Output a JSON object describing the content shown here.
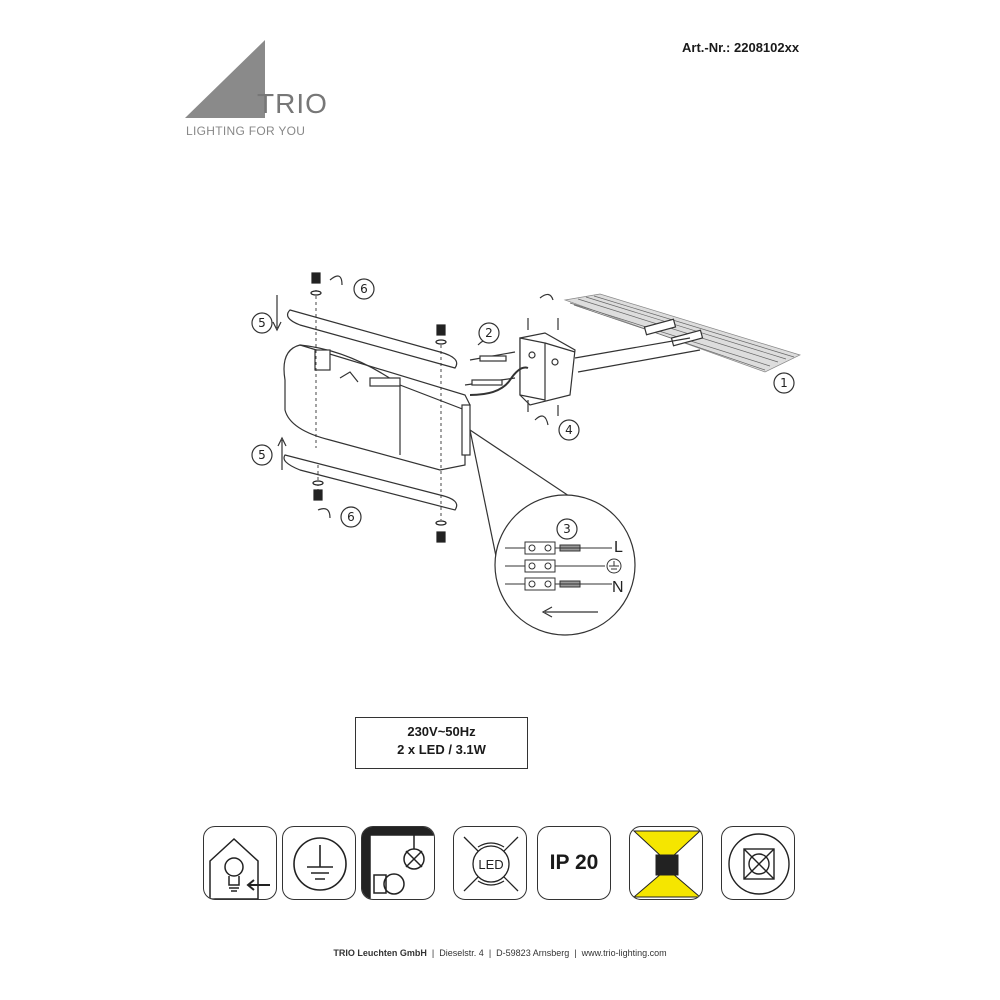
{
  "header": {
    "article_number": "Art.-Nr.: 2208102xx",
    "brand": {
      "name": "TRIO",
      "tagline": "LIGHTING FOR YOU"
    }
  },
  "diagram": {
    "steps": [
      "1",
      "2",
      "3",
      "4",
      "5",
      "5",
      "6",
      "6"
    ],
    "terminal_labels": {
      "live": "L",
      "neutral": "N"
    }
  },
  "specs": {
    "voltage": "230V~50Hz",
    "led_prefix": "2 x LED / ",
    "led_power": "3.1W"
  },
  "icons": [
    {
      "name": "indoor-bulb-icon"
    },
    {
      "name": "protective-earth-icon"
    },
    {
      "name": "no-mounting-surface-icon"
    },
    {
      "name": "led-not-replaceable-icon"
    },
    {
      "name": "ip-rating-icon",
      "label": "IP 20"
    },
    {
      "name": "up-down-light-icon",
      "accent": "#f5e600"
    },
    {
      "name": "no-dimmer-icon"
    }
  ],
  "footer": {
    "company": "TRIO Leuchten GmbH",
    "address": "Dieselstr. 4",
    "city": "D-59823 Arnsberg",
    "website": "www.trio-lighting.com",
    "separator": "|"
  }
}
